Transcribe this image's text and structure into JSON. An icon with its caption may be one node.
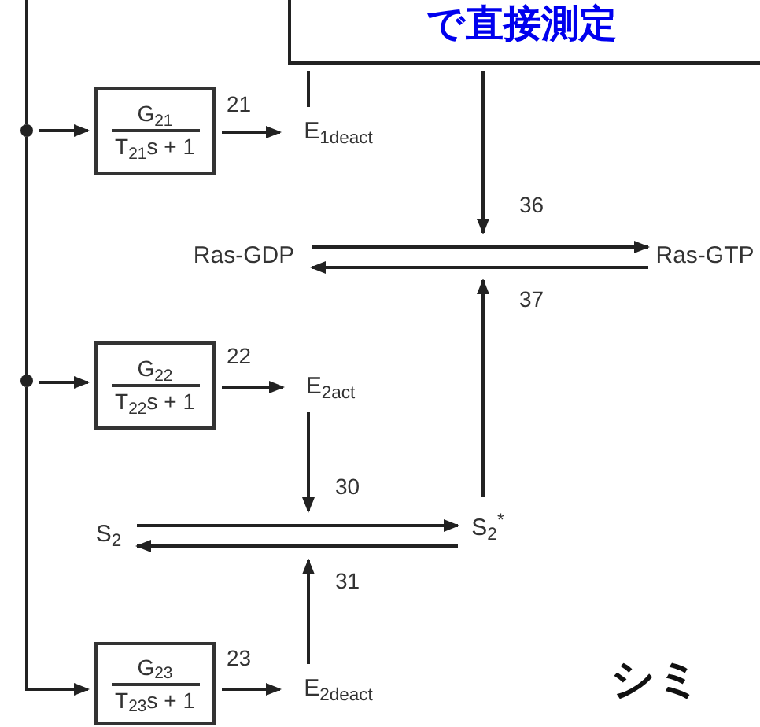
{
  "diagram": {
    "nodes": [
      {
        "text": [
          "で直接測定"
        ]
      },
      {
        "text": [],
        "shape": "circle"
      },
      {
        "text": [],
        "shape": "circle"
      },
      {
        "text": [
          "G$_{21}$",
          "T$_{21}$s + 1"
        ]
      },
      {
        "text": [
          "E$_{1deact}$"
        ]
      },
      {
        "text": [
          "Ras-GDP"
        ]
      },
      {
        "text": [
          "Ras-GTP"
        ]
      },
      {
        "text": [
          "G$_{22}$",
          "T$_{22}$s + 1"
        ]
      },
      {
        "text": [
          "E$_{2act}$"
        ]
      },
      {
        "text": [
          "S$_{2}$"
        ]
      },
      {
        "text": [
          "S$_{2}$$^{*}$"
        ]
      },
      {
        "text": [
          "G$_{23}$",
          "T$_{23}$s + 1"
        ]
      },
      {
        "text": [
          "E$_{2deact}$"
        ]
      }
    ],
    "edges": [
      {
        "from": null,
        "to": 1,
        "arrow": "none"
      },
      {
        "from": 1,
        "to": 2,
        "arrow": "none"
      },
      {
        "from": 1,
        "to": 3,
        "arrow": "to"
      },
      {
        "from": 3,
        "to": 4,
        "arrow": "to",
        "label": "21"
      },
      {
        "from": 2,
        "to": 7,
        "arrow": "to"
      },
      {
        "from": 7,
        "to": 8,
        "arrow": "to",
        "label": "22"
      },
      {
        "from": 2,
        "to": 11,
        "arrow": "to"
      },
      {
        "from": 11,
        "to": 12,
        "arrow": "to",
        "label": "23"
      },
      {
        "from": 0,
        "to": 4,
        "arrow": "none"
      },
      {
        "from": 0,
        "to": null,
        "arrow": "to",
        "label": "36"
      },
      {
        "from": 5,
        "to": 6,
        "arrow": "to"
      },
      {
        "from": 6,
        "to": 5,
        "arrow": "to"
      },
      {
        "from": 10,
        "to": null,
        "arrow": "to",
        "label": "37"
      },
      {
        "from": 8,
        "to": null,
        "arrow": "to",
        "label": "30"
      },
      {
        "from": 9,
        "to": 10,
        "arrow": "to"
      },
      {
        "from": 10,
        "to": 9,
        "arrow": "to"
      },
      {
        "from": 12,
        "to": null,
        "arrow": "to",
        "label": "31"
      }
    ],
    "labels": [
      "シミ"
    ]
  }
}
